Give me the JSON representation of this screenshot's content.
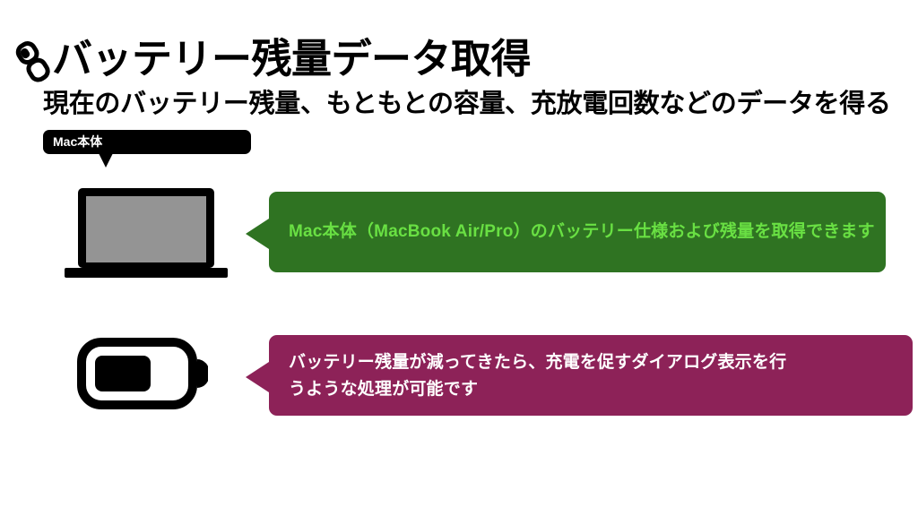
{
  "slide": {
    "background_color": "#ffffff",
    "title": "バッテリー残量データ取得",
    "title_icon": "battery-glyph-icon",
    "subtitle": "現在のバッテリー残量、もともとの容量、充放電回数などのデータを得る"
  },
  "callout_label": {
    "text": "Mac本体",
    "background_color": "#000000",
    "text_color": "#ffffff",
    "pointer": "down"
  },
  "illustrations": [
    {
      "name": "macbook-laptop",
      "icon": "laptop-icon",
      "outline_color": "#000000",
      "screen_color": "#949494"
    },
    {
      "name": "battery-level",
      "icon": "battery-icon",
      "outline_color": "#000000",
      "fill_color": "#000000",
      "fill_percent": 68
    }
  ],
  "banners": [
    {
      "name": "mac-battery-spec-banner",
      "text": "Mac本体（MacBook Air/Pro）のバッテリー仕様および残量を取得できます",
      "background_color": "#2f7322",
      "text_color": "#69e043",
      "arrow": "left"
    },
    {
      "name": "low-battery-dialog-banner",
      "text": "バッテリー残量が減ってきたら、充電を促すダイアログ表示を行\nうような処理が可能です",
      "background_color": "#8d2258",
      "text_color": "#ffffff",
      "arrow": "left"
    }
  ]
}
